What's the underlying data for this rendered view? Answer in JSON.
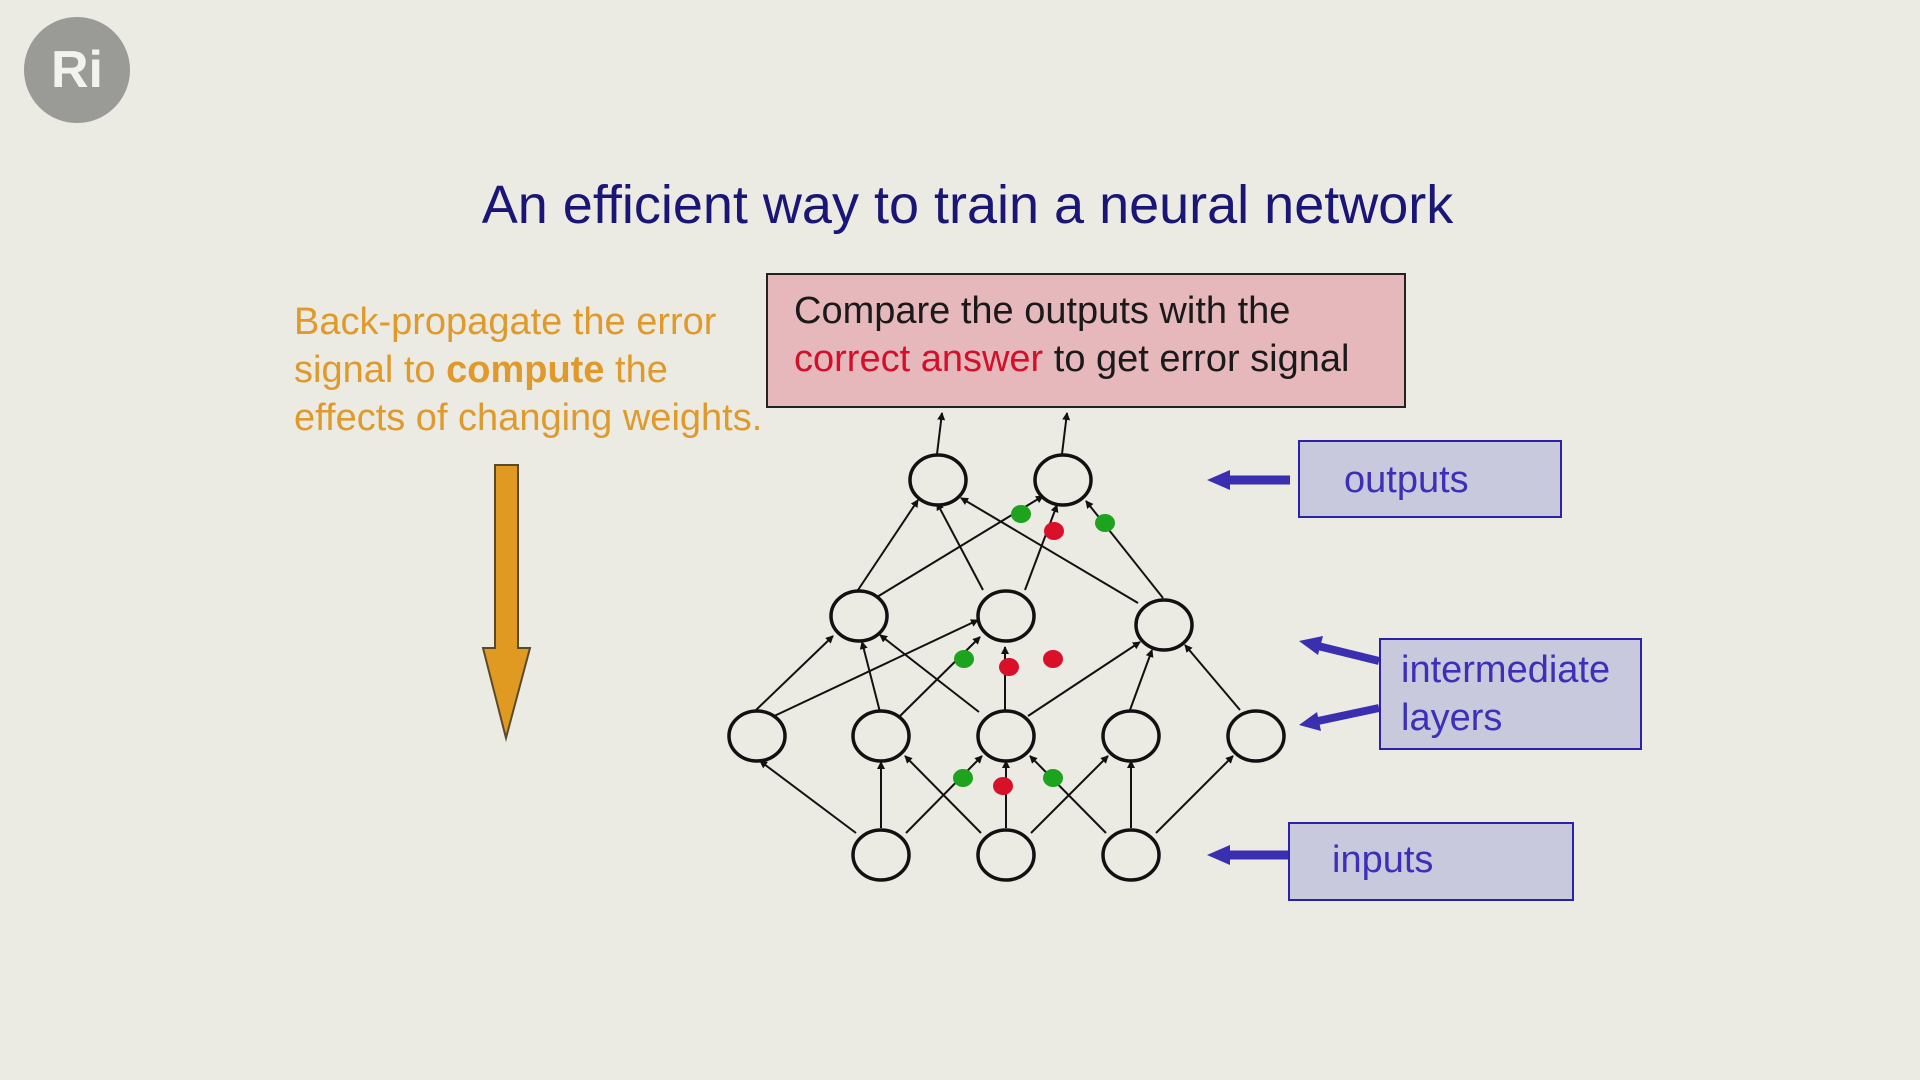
{
  "logo": {
    "text": "Ri"
  },
  "title": "An efficient way to train a neural network",
  "left_text": {
    "part1": "Back-propagate  the error signal to ",
    "bold": "compute",
    "part2": " the effects of changing weights."
  },
  "compare": {
    "line1": "Compare the outputs with the",
    "red": "correct answer",
    "rest": " to get error signal"
  },
  "labels": {
    "outputs": "outputs",
    "intermediate_line1": "intermediate",
    "intermediate_line2": "layers",
    "inputs": "inputs"
  },
  "colors": {
    "title": "#1a1675",
    "left_text": "#e09a2b",
    "compare_bg": "#e6b8bc",
    "highlight_red": "#d2102a",
    "label_bg": "#c9c9de",
    "label_text": "#3d2fb8",
    "arrow_blue": "#3a2fb0",
    "down_arrow": "#e09a22",
    "dot_green": "#1ea31e",
    "dot_red": "#d8102a"
  }
}
